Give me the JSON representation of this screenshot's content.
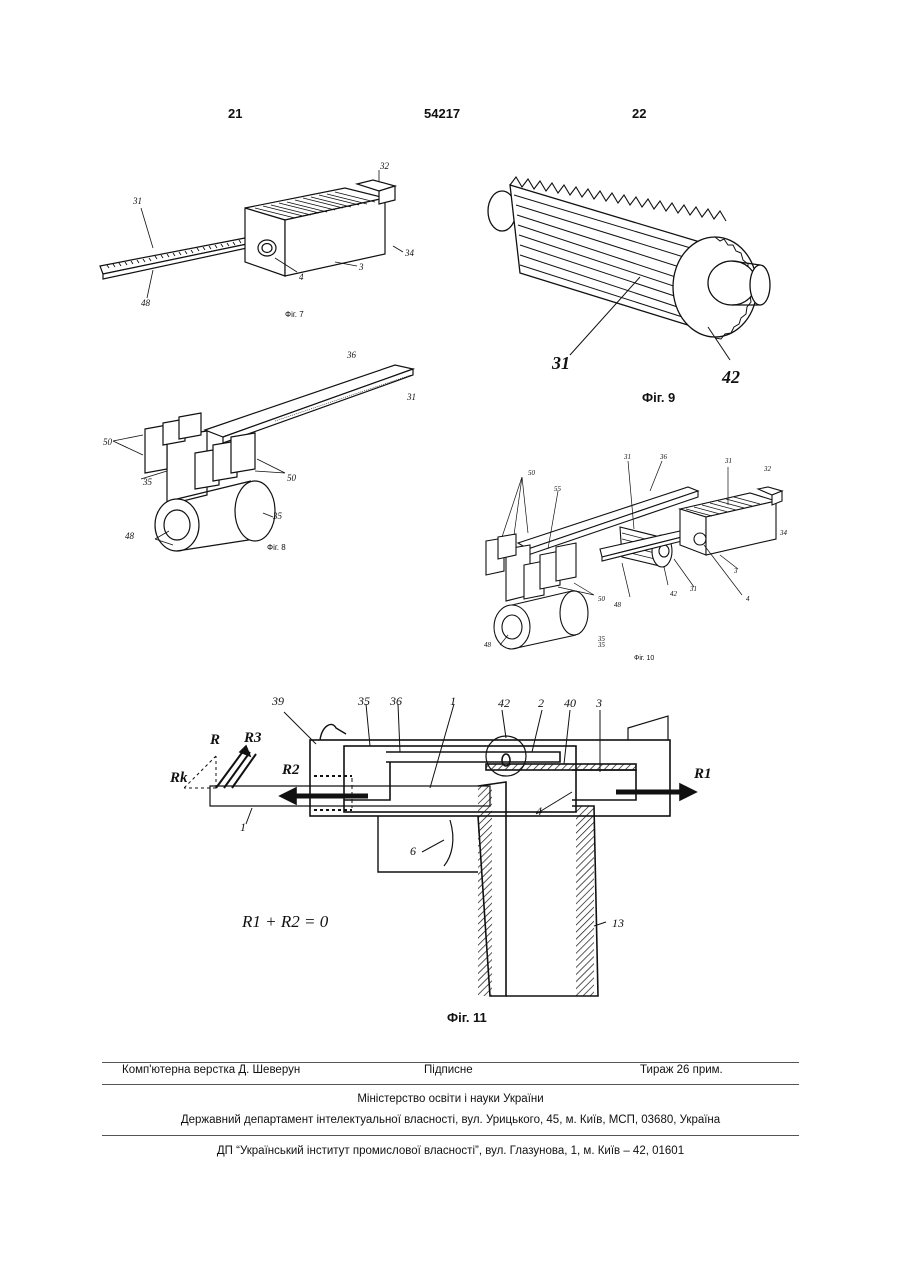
{
  "header": {
    "left_page": "21",
    "patent_number": "54217",
    "right_page": "22"
  },
  "figures": {
    "fig7": {
      "caption": "Фіг. 7",
      "labels": [
        "31",
        "32",
        "34",
        "3",
        "4",
        "48"
      ]
    },
    "fig8": {
      "caption": "Фіг. 8",
      "labels": [
        "36",
        "31",
        "50",
        "35",
        "50",
        "35",
        "48"
      ]
    },
    "fig9": {
      "caption": "Фіг. 9",
      "labels": [
        "31",
        "42"
      ]
    },
    "fig10": {
      "caption": "Фіг. 10",
      "labels": [
        "50",
        "55",
        "31",
        "36",
        "31",
        "32",
        "34",
        "35",
        "48",
        "42",
        "31",
        "3",
        "4",
        "50",
        "48",
        "35"
      ]
    },
    "fig11": {
      "caption": "Фіг. 11",
      "labels": [
        "39",
        "35",
        "36",
        "1",
        "42",
        "2",
        "40",
        "3",
        "4",
        "1",
        "6",
        "13"
      ],
      "forces": {
        "r": "R",
        "r3": "R3",
        "rk": "Rk",
        "r2": "R2",
        "r1": "R1"
      },
      "equation": "R1 + R2 = 0"
    }
  },
  "footer": {
    "layout": "Комп'ютерна верстка Д. Шеверун",
    "signed": "Підписне",
    "circulation": "Тираж 26 прим.",
    "ministry": "Міністерство освіти і науки України",
    "department": "Державний департамент інтелектуальної власності, вул. Урицького, 45, м. Київ, МСП, 03680, Україна",
    "institute": "ДП “Український інститут промислової власності”, вул. Глазунова, 1, м. Київ – 42, 01601"
  }
}
